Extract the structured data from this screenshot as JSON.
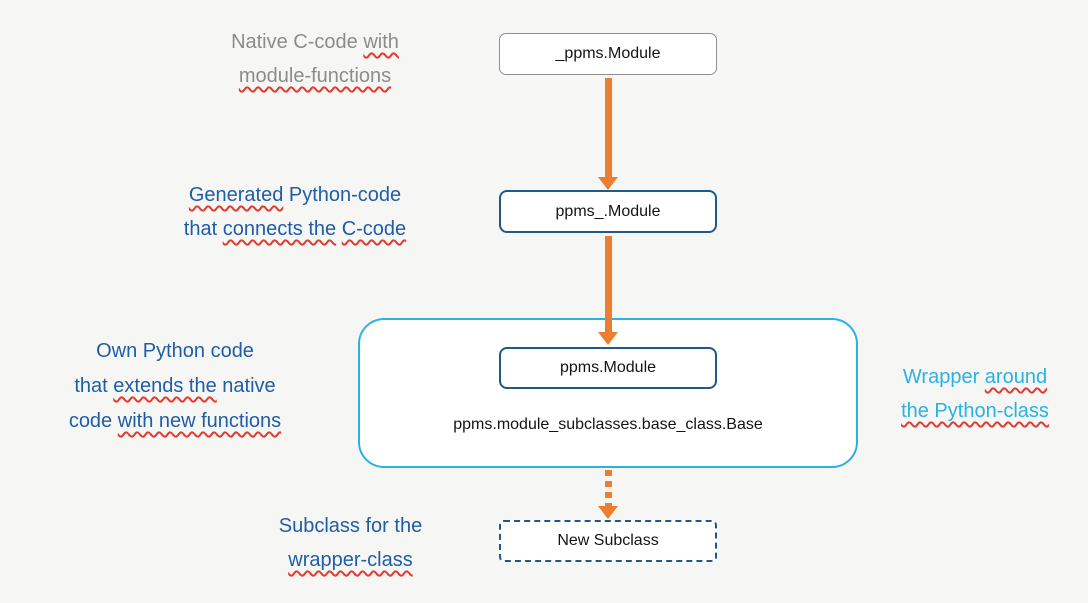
{
  "colors": {
    "bg": "#f6f6f4",
    "orange": "#ed7d31",
    "blue-border": "#21588a",
    "blue-text": "#1f5da8",
    "cyan": "#29b2e2",
    "gray-text": "#8c8c8c",
    "gray-border": "#8f8f8f",
    "box-bg": "#ffffff",
    "box-text": "#141414",
    "squiggle": "#e03c31"
  },
  "boxes": {
    "native": {
      "label": "_ppms.Module"
    },
    "generated": {
      "label": "ppms_.Module"
    },
    "wrapper_inner": {
      "label": "ppms.Module"
    },
    "subclass": {
      "label": "New Subclass"
    }
  },
  "wrapper": {
    "base_class_text": "ppms.module_subclasses.base_class.Base"
  },
  "labels": {
    "native": [
      [
        {
          "t": "Native C-code ",
          "w": false
        },
        {
          "t": "with",
          "w": true
        }
      ],
      [
        {
          "t": "module-functions",
          "w": true
        }
      ]
    ],
    "generated": [
      [
        {
          "t": "Generated",
          "w": true
        },
        {
          "t": " Python-code",
          "w": false
        }
      ],
      [
        {
          "t": "that ",
          "w": false
        },
        {
          "t": "connects the",
          "w": true
        },
        {
          "t": " ",
          "w": false
        },
        {
          "t": "C-code",
          "w": true
        }
      ]
    ],
    "own": [
      [
        {
          "t": "Own Python code",
          "w": false
        }
      ],
      [
        {
          "t": "that ",
          "w": false
        },
        {
          "t": "extends the",
          "w": true
        },
        {
          "t": " native",
          "w": false
        }
      ],
      [
        {
          "t": "code ",
          "w": false
        },
        {
          "t": "with new functions",
          "w": true
        }
      ]
    ],
    "wrapper": [
      [
        {
          "t": "Wrapper ",
          "w": false
        },
        {
          "t": "around",
          "w": true
        }
      ],
      [
        {
          "t": "the Python-class",
          "w": true
        }
      ]
    ],
    "subclass": [
      [
        {
          "t": "Subclass for the",
          "w": false
        }
      ],
      [
        {
          "t": "wrapper-class",
          "w": true
        }
      ]
    ]
  }
}
